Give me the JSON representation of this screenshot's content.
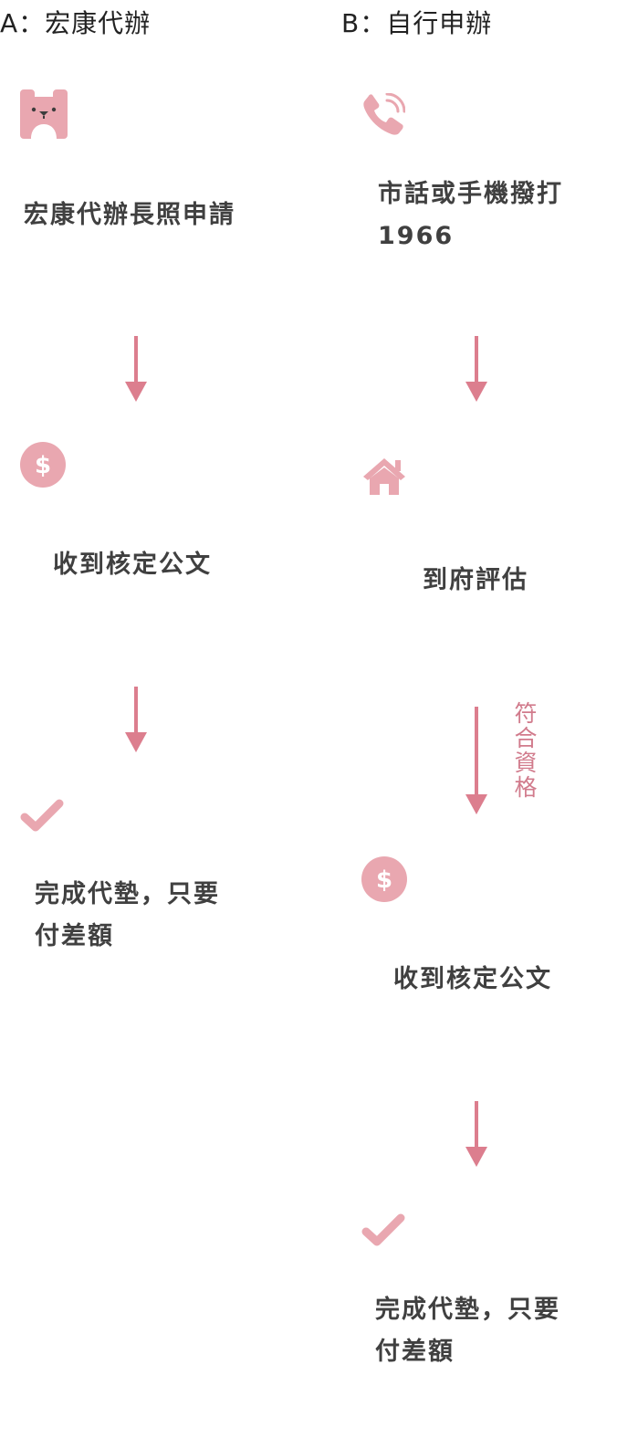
{
  "colors": {
    "accent": "#dc7e8e",
    "icon_pink": "#e9a7b0",
    "text": "#404040"
  },
  "column_a": {
    "title": "A：宏康代辦",
    "steps": [
      {
        "icon": "bear-icon",
        "text": "宏康代辦長照申請"
      },
      {
        "icon": "dollar-coin-icon",
        "text": "收到核定公文"
      },
      {
        "icon": "check-icon",
        "line1": "完成代墊，只要",
        "line2": "付差額"
      }
    ]
  },
  "column_b": {
    "title": "B：自行申辦",
    "steps": [
      {
        "icon": "phone-icon",
        "line1": "市話或手機撥打",
        "line2": "1966"
      },
      {
        "icon": "house-icon",
        "text": "到府評估"
      },
      {
        "icon": "dollar-coin-icon",
        "text": "收到核定公文"
      },
      {
        "icon": "check-icon",
        "line1": "完成代墊，只要",
        "line2": "付差額"
      }
    ],
    "condition_note": "符合資格"
  }
}
